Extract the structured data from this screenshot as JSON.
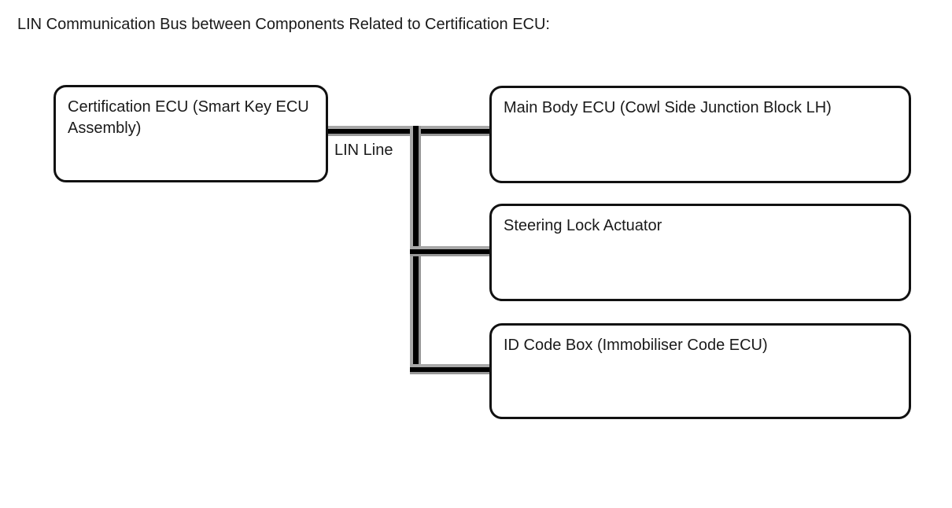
{
  "title": "LIN Communication Bus between Components Related to Certification ECU:",
  "diagram": {
    "bus_label": "LIN Line",
    "left_node": {
      "label": "Certification ECU (Smart Key ECU Assembly)"
    },
    "right_nodes": [
      {
        "label": "Main Body ECU (Cowl Side Junction Block LH)"
      },
      {
        "label": "Steering Lock Actuator"
      },
      {
        "label": "ID Code Box (Immobiliser Code ECU)"
      }
    ],
    "colors": {
      "background": "#ffffff",
      "node_border": "#111111",
      "line_core": "#000000",
      "line_bevel": "#a8a8a8",
      "text": "#1a1a1a"
    }
  }
}
